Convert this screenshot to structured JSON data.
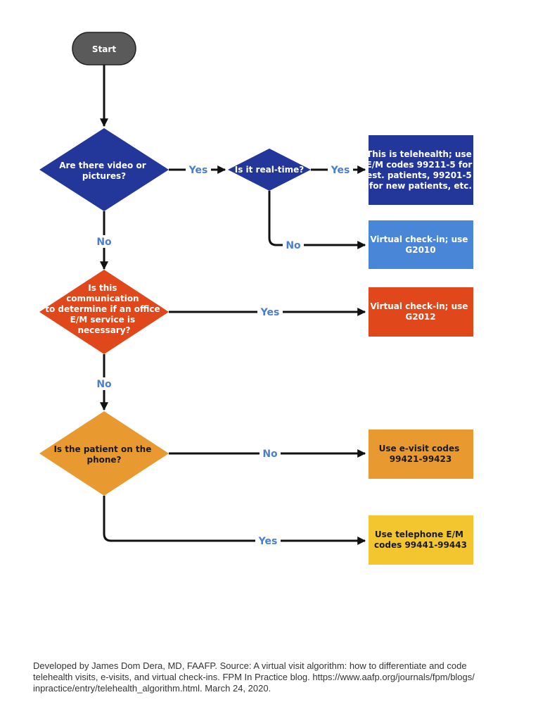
{
  "colors": {
    "start": "#5a5a5a",
    "blue_dark": "#23369a",
    "blue_light": "#4a86d7",
    "red": "#e0481b",
    "orange": "#e89a30",
    "yellow": "#f3c630",
    "label": "#4a7fd0"
  },
  "nodes": {
    "start": {
      "lines": [
        "Start"
      ]
    },
    "q_video": {
      "lines": [
        "Are there video or",
        "pictures?"
      ]
    },
    "q_realtime": {
      "lines": [
        "Is it real-time?"
      ]
    },
    "telehealth": {
      "lines": [
        "This is telehealth; use",
        "E/M codes 99211-5 for",
        "est. patients, 99201-5",
        "for new patients, etc."
      ]
    },
    "checkin_g2010": {
      "lines": [
        "Virtual check-in; use",
        "G2010"
      ]
    },
    "q_communication": {
      "lines": [
        "Is this",
        "communication",
        "to determine if an office",
        "E/M service is",
        "necessary?"
      ]
    },
    "checkin_g2012": {
      "lines": [
        "Virtual check-in; use",
        "G2012"
      ]
    },
    "q_phone": {
      "lines": [
        "Is the patient on the",
        "phone?"
      ]
    },
    "evisit": {
      "lines": [
        "Use e-visit codes",
        "99421-99423"
      ]
    },
    "telephone": {
      "lines": [
        "Use telephone E/M",
        "codes 99441-99443"
      ]
    }
  },
  "edges": {
    "video_yes": "Yes",
    "realtime_yes": "Yes",
    "realtime_no": "No",
    "video_no": "No",
    "communication_yes": "Yes",
    "communication_no": "No",
    "phone_no": "No",
    "phone_yes": "Yes"
  },
  "footer": {
    "lines": [
      "Developed by James Dom Dera, MD, FAAFP. Source: A virtual visit algorithm: how to differentiate and code",
      "telehealth visits, e-visits, and virtual check-ins. FPM In Practice blog. https://www.aafp.org/journals/fpm/blogs/",
      "inpractice/entry/telehealth_algorithm.html. March 24, 2020."
    ]
  }
}
